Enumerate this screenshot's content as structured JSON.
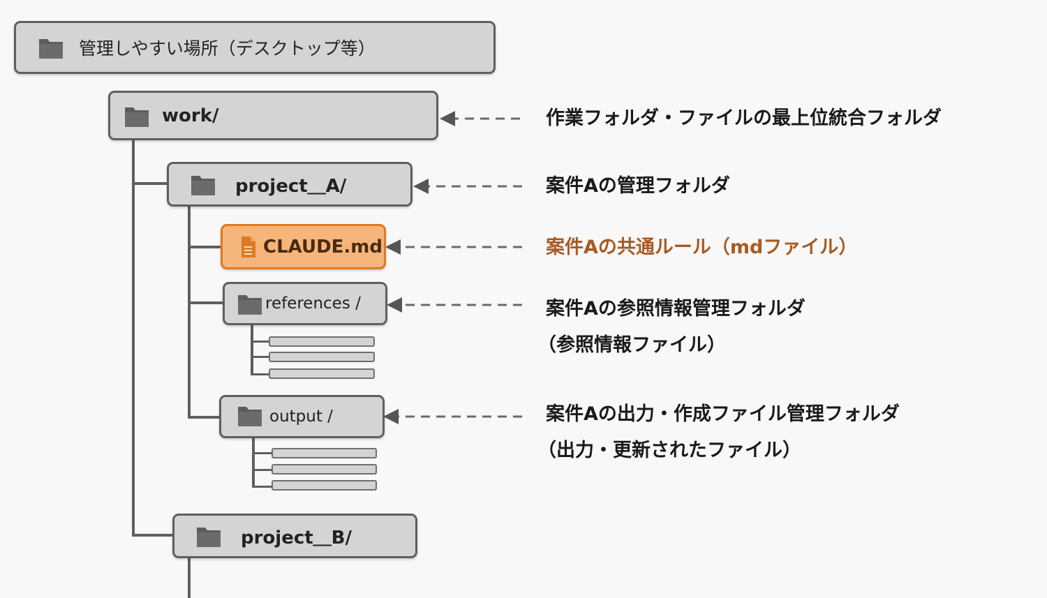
{
  "root": {
    "label": "管理しやすい場所（デスクトップ等）",
    "icon": "folder-icon"
  },
  "tree": {
    "work": {
      "label": "work/",
      "icon": "folder-icon"
    },
    "project_a": {
      "label": "project＿A/",
      "icon": "folder-icon"
    },
    "claude": {
      "label": "CLAUDE.md",
      "icon": "file-icon"
    },
    "references": {
      "label": "references /",
      "icon": "folder-icon"
    },
    "output": {
      "label": "output /",
      "icon": "folder-icon"
    },
    "project_b": {
      "label": "project＿B/",
      "icon": "folder-icon"
    }
  },
  "descriptions": {
    "work": "作業フォルダ・ファイルの最上位統合フォルダ",
    "project_a": "案件Aの管理フォルダ",
    "claude": "案件Aの共通ルール（mdファイル）",
    "references": "案件Aの参照情報管理フォルダ",
    "references_sub": "（参照情報ファイル）",
    "output": "案件Aの出力・作成ファイル管理フォルダ",
    "output_sub": "（出力・更新されたファイル）"
  },
  "colors": {
    "node_fill": "#d4d4d4",
    "node_border": "#5f5f5f",
    "highlight_fill": "#f6b57a",
    "highlight_border": "#dd7a24",
    "highlight_text": "#a85a22"
  }
}
